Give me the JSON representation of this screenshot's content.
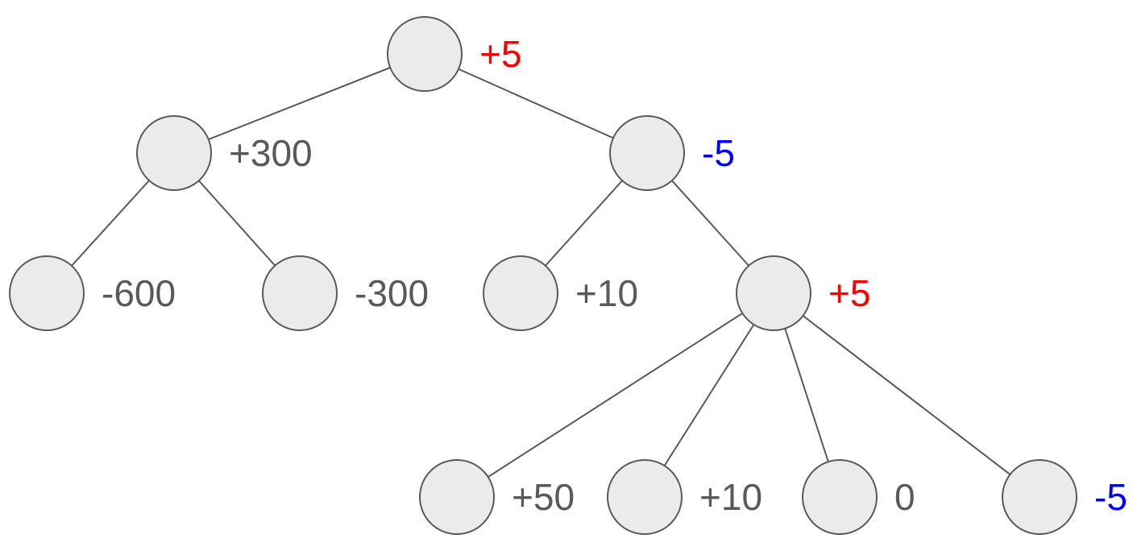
{
  "colors": {
    "node_fill": "#ebebeb",
    "node_stroke": "#595959",
    "edge": "#595959",
    "label_default": "#595959",
    "label_max": "#ff0000",
    "label_min": "#0000ff"
  },
  "nodes": [
    {
      "id": "root",
      "value": "+5",
      "color": "#ff0000"
    },
    {
      "id": "l1-left",
      "value": "+300",
      "color": "#595959"
    },
    {
      "id": "l1-right",
      "value": "-5",
      "color": "#0000ff"
    },
    {
      "id": "l2-a",
      "value": "-600",
      "color": "#595959"
    },
    {
      "id": "l2-b",
      "value": "-300",
      "color": "#595959"
    },
    {
      "id": "l2-c",
      "value": "+10",
      "color": "#595959"
    },
    {
      "id": "l2-d",
      "value": "+5",
      "color": "#ff0000"
    },
    {
      "id": "l3-a",
      "value": "+50",
      "color": "#595959"
    },
    {
      "id": "l3-b",
      "value": "+10",
      "color": "#595959"
    },
    {
      "id": "l3-c",
      "value": "0",
      "color": "#595959"
    },
    {
      "id": "l3-d",
      "value": "-5",
      "color": "#0000ff"
    }
  ],
  "edges": [
    [
      "root",
      "l1-left"
    ],
    [
      "root",
      "l1-right"
    ],
    [
      "l1-left",
      "l2-a"
    ],
    [
      "l1-left",
      "l2-b"
    ],
    [
      "l1-right",
      "l2-c"
    ],
    [
      "l1-right",
      "l2-d"
    ],
    [
      "l2-d",
      "l3-a"
    ],
    [
      "l2-d",
      "l3-b"
    ],
    [
      "l2-d",
      "l3-c"
    ],
    [
      "l2-d",
      "l3-d"
    ]
  ]
}
